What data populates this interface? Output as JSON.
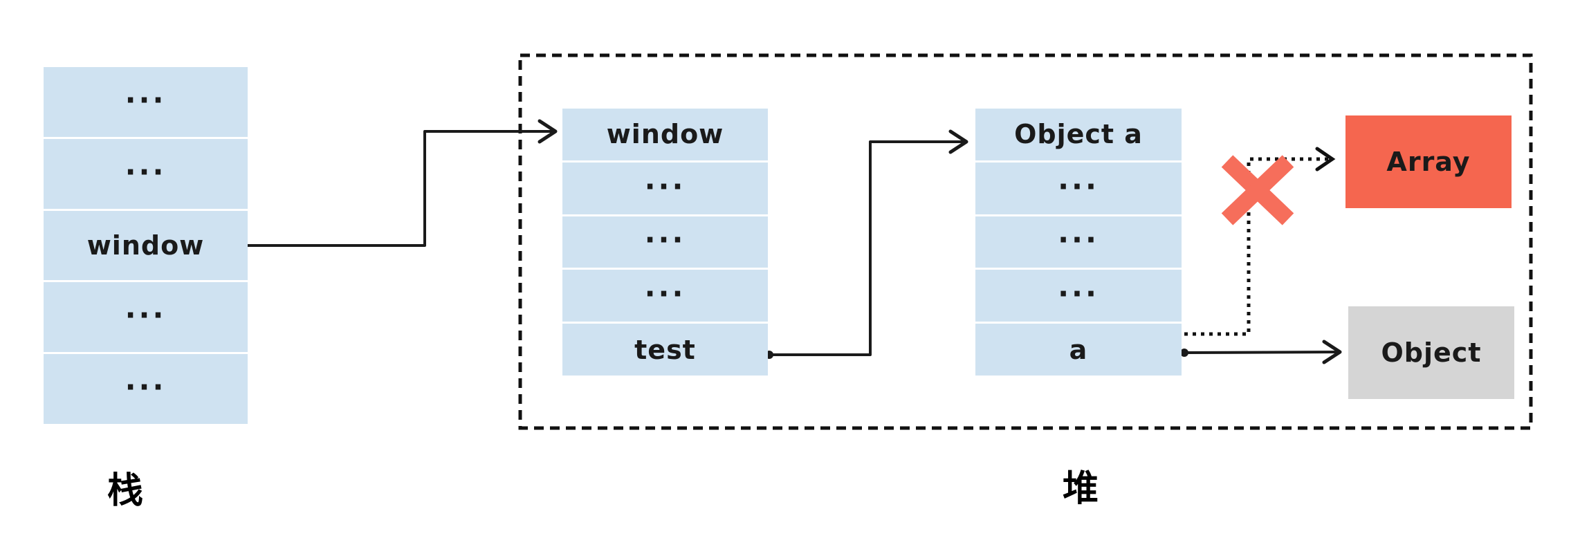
{
  "stack": {
    "label": "栈",
    "rows": [
      "...",
      "...",
      "window",
      "...",
      "..."
    ]
  },
  "heap": {
    "label": "堆",
    "window_object": {
      "rows": [
        "window",
        "...",
        "...",
        "...",
        "test"
      ]
    },
    "object_a": {
      "rows": [
        "Object a",
        "...",
        "...",
        "...",
        "a"
      ]
    },
    "array_box": {
      "label": "Array"
    },
    "object_box": {
      "label": "Object"
    }
  },
  "colors": {
    "cell_blue": "#cfe2f1",
    "array_red": "#f5664f",
    "cross_red": "#f66e5b",
    "object_gray": "#d5d5d5",
    "line_black": "#1a1a1a"
  }
}
